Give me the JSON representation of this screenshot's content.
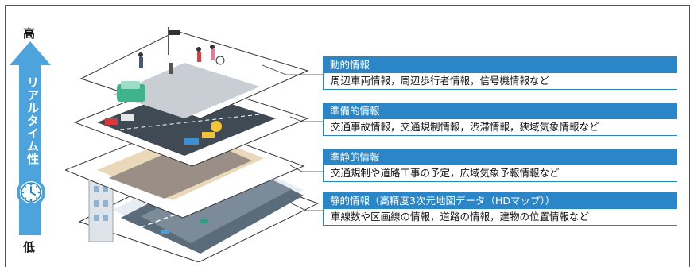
{
  "gauge": {
    "high_label": "高",
    "low_label": "低",
    "axis_label": "リアルタイム性",
    "clock_icon": "clock-icon"
  },
  "layers": [
    {
      "title": "動的情報",
      "detail": "周辺車両情報，周辺歩行者情報，信号機情報など"
    },
    {
      "title": "準備的情報",
      "detail": "交通事故情報，交通規制情報，渋滞情報，狭域気象情報など"
    },
    {
      "title": "準静的情報",
      "detail": "交通規制や道路工事の予定，広域気象予報情報など"
    },
    {
      "title": "静的情報（高精度3次元地図データ（HDマップ））",
      "detail": "車線数や区画線の情報，道路の情報，建物の位置情報など"
    }
  ],
  "colors": {
    "accent": "#2a86c6",
    "arrow": "#4da4dc"
  }
}
